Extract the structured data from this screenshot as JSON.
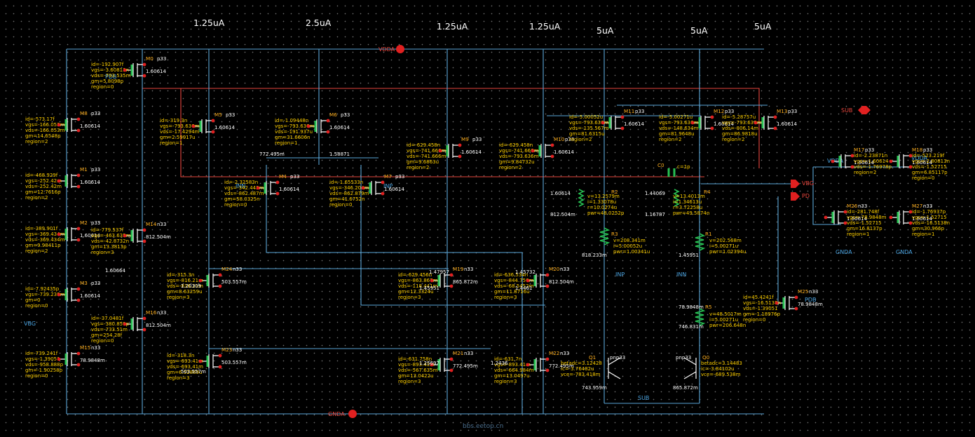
{
  "branch_currents": [
    "1.25uA",
    "2.5uA",
    "1.25uA",
    "1.25uA",
    "5uA",
    "5uA",
    "5uA"
  ],
  "supply": {
    "vdd": "VDDA",
    "gnd": "GNDA",
    "sub": "SUB"
  },
  "pins": [
    "VBG",
    "INP",
    "INN",
    "INN",
    "INP",
    "VDDA",
    "VDDA",
    "GNDA",
    "GNDA",
    "PD",
    "VBG",
    "PD",
    "PD",
    "PDB",
    "PDB",
    "PDB"
  ],
  "transistors": [
    {
      "name": "M0",
      "model": "p33",
      "w": "1.60614",
      "lines": [
        "id=-192.907f",
        "vgs=-3.60813n",
        "vds=-793.535m",
        "gm=5.8098p",
        "region=0"
      ]
    },
    {
      "name": "M5",
      "model": "p33",
      "w": "1.60614",
      "lines": [
        "id=-319.3n",
        "vgs=-793.636m",
        "vds=-17.4294m",
        "gm=2.59917u",
        "region=1"
      ]
    },
    {
      "name": "M6",
      "model": "p33",
      "w": "1.60614",
      "lines": [
        "id=-1.09448n",
        "vgs=-793.636m",
        "vds=-191.937u",
        "gm=31.6606n",
        "region=1"
      ]
    },
    {
      "name": "M8",
      "model": "p33",
      "w": "1.60614",
      "lines": [
        "id=-573.17f",
        "vgs=-166.053m",
        "vds=-166.053m",
        "gm=14.6548p",
        "region=2"
      ]
    },
    {
      "name": "M1",
      "model": "p33",
      "w": "1.60614",
      "lines": [
        "id=-468.929f",
        "vgs=-252.42m",
        "vds=-252.42m",
        "gm=12.7616p",
        "region=2"
      ]
    },
    {
      "name": "M2",
      "model": "p33",
      "w": "1.60614",
      "lines": [
        "id=-389.901f",
        "vgs=-369.434m",
        "vds=-369.434m",
        "gm=9.98411p",
        "region=2"
      ]
    },
    {
      "name": "M3",
      "model": "p33",
      "w": "1.60614",
      "lines": [
        "id=-7.92435p",
        "vgs=-739.238m",
        "gm=0",
        "region=0"
      ]
    },
    {
      "name": "M9",
      "model": "p33",
      "w": "1.60614",
      "lines": [
        "id=-629.458n",
        "vgs=-741.666m",
        "vds=-741.666m",
        "gm=9.6863u",
        "region=2"
      ]
    },
    {
      "name": "M10",
      "model": "p33",
      "w": "1.60614",
      "lines": [
        "id=-629.458n",
        "vgs=-741.666m",
        "vds=-793.636m",
        "gm=9.84732u",
        "region=2"
      ]
    },
    {
      "name": "M11",
      "model": "p33",
      "w": "1.60614",
      "lines": [
        "id=-5.00052u",
        "vgs=-793.636m",
        "vds=-135.567m",
        "gm=81.6315u",
        "region=2"
      ]
    },
    {
      "name": "M12",
      "model": "p33",
      "w": "1.60614",
      "lines": [
        "id=-5.00271u",
        "vgs=-793.636m",
        "vds=-148.634m",
        "gm=81.9648u",
        "region=2"
      ]
    },
    {
      "name": "M13",
      "model": "p33",
      "w": "1.60614",
      "lines": [
        "id=-5.28757u",
        "vgs=-793.636m",
        "vds=-806.14m",
        "gm=86.9818u",
        "region=2"
      ]
    },
    {
      "name": "M4",
      "model": "p33",
      "w": "1.60614",
      "lines": [
        "id=-2.32583n",
        "vgs=-342.442m",
        "vds=-862.487m",
        "gm=58.0325n",
        "region=0"
      ]
    },
    {
      "name": "M7",
      "model": "p33",
      "w": "1.60614",
      "lines": [
        "id=-1.65533n",
        "vgs=-346.204m",
        "vds=-862.879m",
        "gm=41.6752n",
        "region=0"
      ]
    },
    {
      "name": "M14",
      "model": "n33",
      "w": "812.504m",
      "lines": [
        "id=-779.537f",
        "vgs=-463.635m",
        "vds=-42.8732n",
        "gm=13.3813p",
        "region=3"
      ]
    },
    {
      "name": "M16",
      "model": "n33",
      "w": "812.504m",
      "lines": [
        "id=-37.0481f",
        "vgs=-380.859p",
        "vds=-733.51m",
        "gm=254.28f",
        "region=0"
      ]
    },
    {
      "name": "M15",
      "model": "n33",
      "w": "78.9848m",
      "lines": [
        "id=-739.241f",
        "vgs=-1.39051",
        "vds=-958.888p",
        "gm=-1.90258p",
        "region=0"
      ]
    },
    {
      "name": "M24",
      "model": "n33",
      "w": "503.557m",
      "lines": [
        "id=-315.3n",
        "vgs=-816.21m",
        "vds=-816.21m",
        "gm=8.63259u",
        "region=3"
      ]
    },
    {
      "name": "M23",
      "model": "n33",
      "w": "503.557m",
      "lines": [
        "id=-318.3n",
        "vgs=-693.41m",
        "vds=-693.41m",
        "gm=6.52869u",
        "region=3"
      ]
    },
    {
      "name": "M19",
      "model": "n33",
      "w": "865.872m",
      "lines": [
        "id=-629.456n",
        "vgs=-863.867m",
        "vds=-118.441m",
        "gm=12.3324u",
        "region=3"
      ]
    },
    {
      "name": "M20",
      "model": "n33",
      "w": "812.504m",
      "lines": [
        "id=-636.534n",
        "vgs=-844.756m",
        "vds=-68.5452m",
        "gm=11.8716u",
        "region=3"
      ]
    },
    {
      "name": "M21",
      "model": "n33",
      "w": "772.495m",
      "lines": [
        "id=-631.758n",
        "vgs=-893.41m",
        "vds=-567.635m",
        "gm=13.0422u",
        "region=3"
      ]
    },
    {
      "name": "M22",
      "model": "n33",
      "w": "772.495m",
      "lines": [
        "id=-631.7n",
        "vgs=-893.41m",
        "vds=-664.984m",
        "gm=13.0497u",
        "region=3"
      ]
    },
    {
      "name": "M17",
      "model": "p33",
      "w": "1.60614",
      "lines": [
        "id=-2.23871n",
        "vgs=-1.60614",
        "vds=-1.76978p",
        "region=2"
      ]
    },
    {
      "name": "M18",
      "model": "p33",
      "w": "1.60614",
      "lines": [
        "id=-523.219f",
        "vgs=-2.80813n",
        "vds=-1.52715",
        "gm=6.85117p",
        "region=0"
      ]
    },
    {
      "name": "M26",
      "model": "n33",
      "w": "1.60614",
      "lines": [
        "id=-281.748f",
        "vgs=-78.9848m",
        "vds=-1.52715",
        "gm=16.8137p",
        "region=1"
      ]
    },
    {
      "name": "M27",
      "model": "n33",
      "w": "1.60614",
      "lines": [
        "id=-1.76937p",
        "vgs=-1.52715",
        "vds=-16.5138n",
        "gm=30.966p",
        "region=1"
      ]
    },
    {
      "name": "M25",
      "model": "n33",
      "w": "78.9848m",
      "lines": [
        "id=45.4241f",
        "vgs=-16.5138n",
        "vds=-1.39051",
        "gm=-1.18976p",
        "region=0"
      ]
    }
  ],
  "resistors": [
    {
      "name": "R2",
      "lines": [
        "v=13.2579m",
        "i=1.33078u",
        "r=10.0274u",
        "pwr=48.0252p"
      ]
    },
    {
      "name": "R3",
      "lines": [
        "v=208.341m",
        "i=5.00052u",
        "pwr=1.00341u"
      ]
    },
    {
      "name": "R4",
      "lines": [
        "v=13.4013m",
        "i=1.34613u",
        "r=3.72258u",
        "pwr=49.5874n"
      ]
    },
    {
      "name": "R1",
      "lines": [
        "v=202.568m",
        "i=5.00271u",
        "pwr=1.02394u"
      ]
    },
    {
      "name": "R5",
      "lines": [
        "v=48.5017m",
        "i=5.00271u",
        "pwr=206.648n"
      ]
    }
  ],
  "capacitor": {
    "name": "C0",
    "value": "1p",
    "label": "c=1p"
  },
  "bjts": [
    {
      "name": "Q1",
      "model": "pnp33",
      "lines": [
        "betadc=3.12428",
        "ic=-3.76482u",
        "vce=-783.418m"
      ]
    },
    {
      "name": "Q0",
      "model": "pnp33",
      "lines": [
        "betadc=3.14483",
        "ic=-3.84102u",
        "vce=-689.538m"
      ]
    }
  ],
  "node_voltages": [
    "1.60614",
    "812.504m",
    "1.44069",
    "1.16787",
    "818.233m",
    "1.45951",
    "78.9848m",
    "746.831m",
    "743.959m",
    "865.872m",
    "1.47957",
    "1.45732",
    "1.45951",
    "1.4461",
    "1.25697",
    "1.2436",
    "1.20309",
    "503.557m",
    "772.495m",
    "1.58871",
    "1.60664"
  ],
  "watermark": "bbs.eetop.cn"
}
